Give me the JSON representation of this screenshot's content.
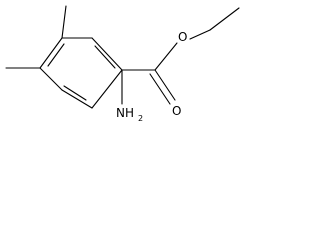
{
  "diagram": {
    "type": "chemical-structure",
    "atom_labels": {
      "oxygen_ester": "O",
      "oxygen_carbonyl": "O",
      "amine": "NH",
      "amine_subscript": "2"
    }
  }
}
